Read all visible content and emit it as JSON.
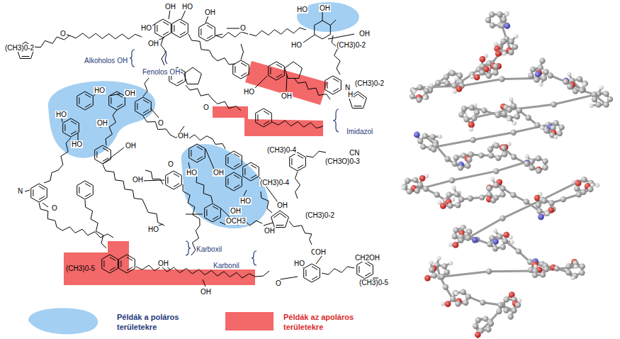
{
  "diagram": {
    "labels": [
      "(CH3)0-2",
      "Alkoholos OH",
      "Fenolos OH",
      "Imidazol",
      "Karboxil",
      "Karbonil",
      "(CH3)0-2",
      "CN",
      "(CH3)0-4",
      "(CH3O)0-3",
      "(CH3)0-4",
      "(CH3)0-2",
      "CN",
      "OCH3",
      "CH2OH",
      "(CH3)0-5",
      "(CH3)0-5",
      "(CH3)0-2",
      "HO",
      "OH",
      "HO",
      "OH",
      "OH",
      "O",
      "O",
      "HO",
      "OH",
      "OH",
      "HO",
      "N",
      "H",
      "HO",
      "OH",
      "O",
      "HO",
      "OH",
      "HO",
      "OH",
      "HO",
      "OH",
      "O",
      "O",
      "OH",
      "N",
      "OH",
      "HO",
      "OH",
      "HO",
      "OH",
      "HO",
      "OH",
      "OH",
      "OH",
      "HO",
      "OH",
      "O",
      "O",
      "OH"
    ],
    "legend": [
      {
        "text": "Példák a poláros területekre",
        "color": "#a3cff2"
      },
      {
        "text": "Példák az apoláros területekre",
        "color": "#f36868"
      }
    ]
  }
}
